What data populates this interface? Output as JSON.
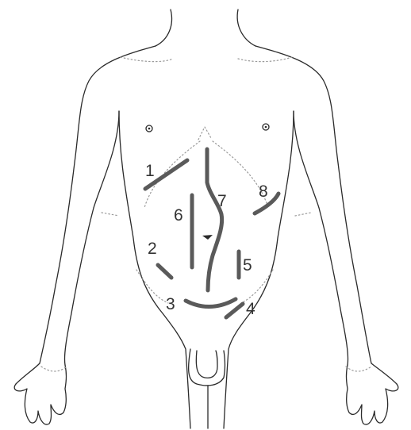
{
  "colors": {
    "outline": "#2a2a2a",
    "incision": "#5a5a5a",
    "landmark": "#9a9a9a",
    "label": "#333333"
  },
  "incisions": [
    {
      "label": "1"
    },
    {
      "label": "2"
    },
    {
      "label": "3"
    },
    {
      "label": "4"
    },
    {
      "label": "5"
    },
    {
      "label": "6"
    },
    {
      "label": "7"
    },
    {
      "label": "8"
    }
  ]
}
